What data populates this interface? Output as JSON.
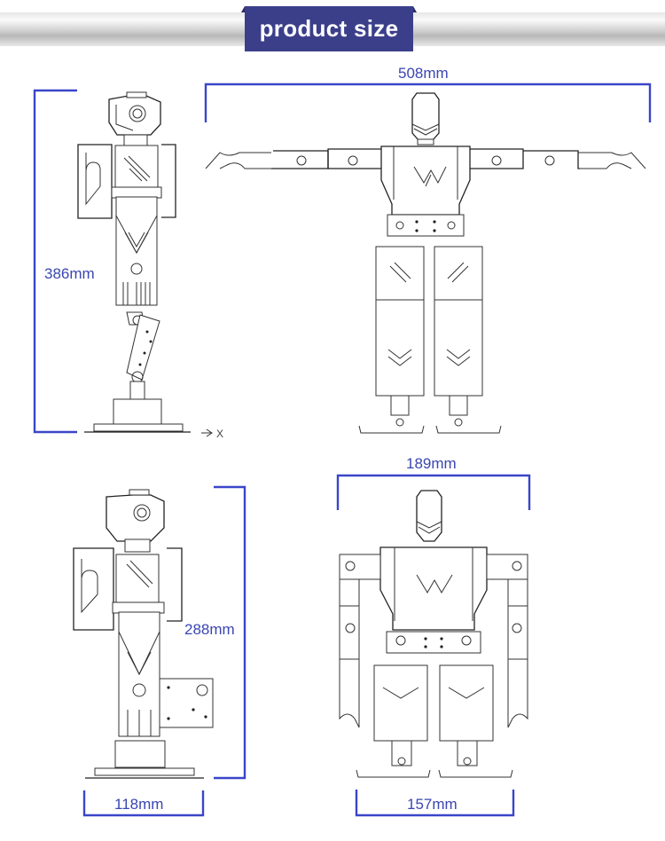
{
  "header": {
    "title": "product size",
    "banner_color": "#3b3f8a"
  },
  "views": [
    {
      "id": "side-arms-raised",
      "dimension": "386mm",
      "orientation": "vertical"
    },
    {
      "id": "front-arms-extended",
      "dimension": "508mm",
      "orientation": "horizontal"
    },
    {
      "id": "side-standing-height",
      "dimension": "288mm",
      "orientation": "vertical"
    },
    {
      "id": "side-standing-depth",
      "dimension": "118mm",
      "orientation": "horizontal"
    },
    {
      "id": "front-standing-width",
      "dimension": "189mm",
      "orientation": "horizontal"
    },
    {
      "id": "front-standing-foot-width",
      "dimension": "157mm",
      "orientation": "horizontal"
    }
  ],
  "axis_marker": "X",
  "dimension_color": "#3a46b0"
}
